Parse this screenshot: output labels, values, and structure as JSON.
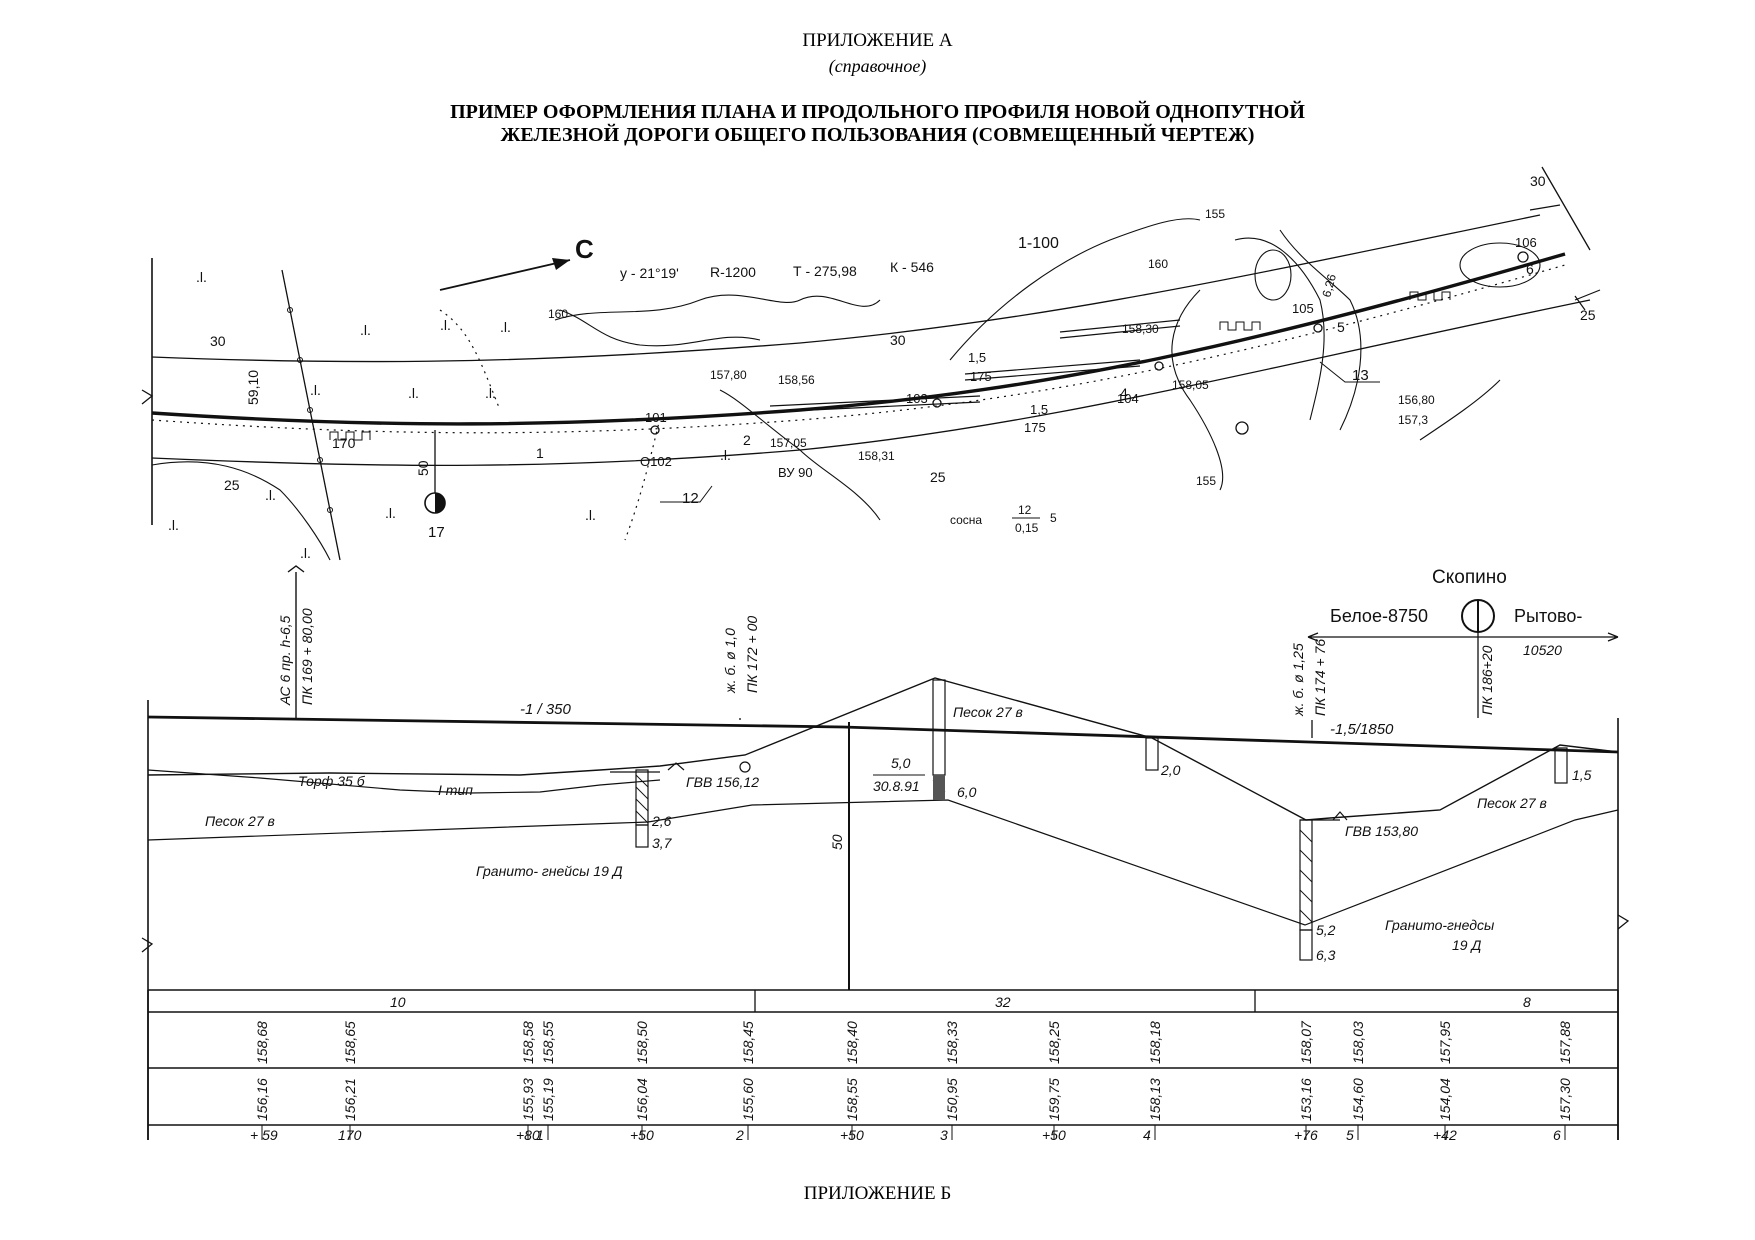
{
  "header": {
    "appendix": "ПРИЛОЖЕНИЕ А",
    "note": "(справочное)",
    "title_line1": "ПРИМЕР ОФОРМЛЕНИЯ ПЛАНА И ПРОДОЛЬНОГО ПРОФИЛЯ НОВОЙ ОДНОПУТНОЙ",
    "title_line2": "ЖЕЛЕЗНОЙ ДОРОГИ ОБЩЕГО ПОЛЬЗОВАНИЯ (СОВМЕЩЕННЫЙ ЧЕРТЕЖ)"
  },
  "footer": {
    "appendix": "ПРИЛОЖЕНИЕ Б"
  },
  "plan": {
    "north": "С",
    "curve": {
      "angle": "у - 21°19'",
      "radius": "R-1200",
      "tangent": "Т - 275,98",
      "length": "К - 546"
    },
    "slope_mark": "1-100",
    "contours": [
      "160",
      "160",
      "155",
      "155"
    ],
    "labels": {
      "w_left": "30",
      "w_mid": "30",
      "w_right": "30",
      "w_bot1": "25",
      "w_bot2": "25",
      "w_right_bot": "25",
      "width": "59,10",
      "offset": "50",
      "pile170": "170",
      "pile1": "1",
      "pile2": "2",
      "pile4": "4",
      "pile5": "5",
      "pile6": "6",
      "pt101": "101",
      "pt102": "О102",
      "pt103": "103",
      "pt104": "104",
      "pt105": "105",
      "pt106": "106",
      "well17": "17",
      "by90": "ВУ 90",
      "num12": "12",
      "num13": "13",
      "e1": "157,80",
      "e2": "158,56",
      "e3": "157,05",
      "e4": "158,31",
      "e5": "158,30",
      "e6": "158,05",
      "e7": "1,5",
      "e8": "175",
      "e9": "1,5",
      "e10": "175",
      "e11": "6,26",
      "el_top": "156,80",
      "el_bot": "157,3",
      "tree": "сосна",
      "tree_frac_top": "12",
      "tree_frac_bot": "0,15",
      "tree_n": "5"
    }
  },
  "profile": {
    "station": {
      "name": "Скопино",
      "left": "Белое-8750",
      "right": "Рытово-",
      "right_dist": "10520",
      "pk": "ПК 186+20"
    },
    "structures": [
      {
        "line1": "АС 6 пр. h-6,5",
        "line2": "ПК 169 + 80,00"
      },
      {
        "line1": "ж. б. ø 1,0",
        "line2": "ПК 172 + 00"
      },
      {
        "line1": "ж. б. ø 1,25",
        "line2": "ПК 174 + 76"
      }
    ],
    "grades": [
      "-1 / 350",
      "-1,5/1850"
    ],
    "soils": [
      "Торф 35 б",
      "I тип",
      "Песок 27 в",
      "Гранито- гнейсы 19 Д",
      "Песок 27 в",
      "Песок 27 в",
      "Гранито-гнедсы",
      "19 Д"
    ],
    "gwl": [
      "ГВВ 156,12",
      "ГВВ 153,80"
    ],
    "boreholes": [
      "2,6",
      "3,7",
      "5,0",
      "30.8.91",
      "6,0",
      "2,0",
      "5,2",
      "6,3",
      "1,5"
    ],
    "offset": "50",
    "segments": [
      "10",
      "32",
      "8"
    ],
    "design_elevations": [
      "158,68",
      "158,65",
      "158,58",
      "158,55",
      "158,50",
      "158,45",
      "158,40",
      "158,33",
      "158,25",
      "158,18",
      "158,07",
      "158,03",
      "157,95",
      "157,88"
    ],
    "ground_elevations": [
      "156,16",
      "156,21",
      "155,93",
      "155,19",
      "156,04",
      "155,60",
      "158,55",
      "150,95",
      "159,75",
      "158,13",
      "153,16",
      "154,60",
      "154,04",
      "157,30"
    ],
    "pickets": [
      "+ 59",
      "170",
      "+80",
      "1",
      "+50",
      "2",
      "+50",
      "3",
      "+50",
      "4",
      "+76",
      "5",
      "+42",
      "6"
    ]
  }
}
